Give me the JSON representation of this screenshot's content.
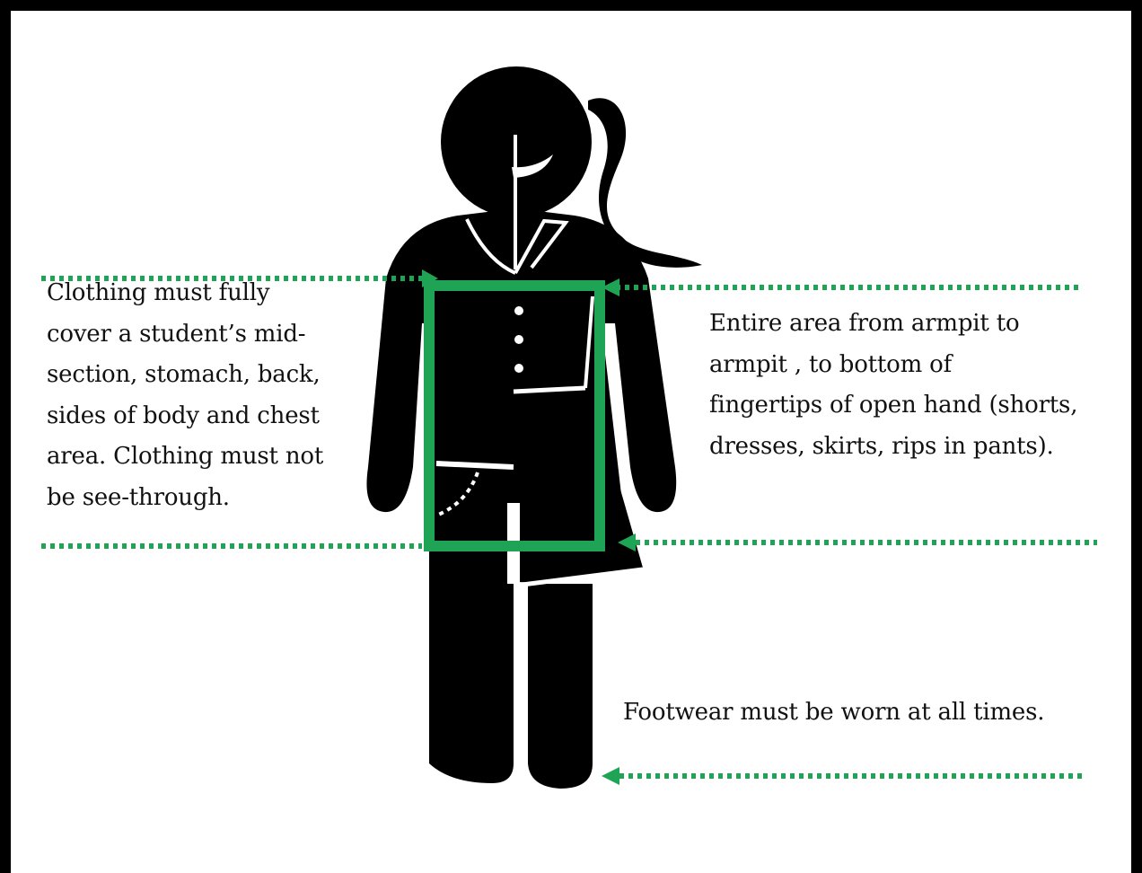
{
  "colors": {
    "frame": "#000000",
    "figure": "#000000",
    "accent_green": "#1fa354",
    "background": "#ffffff"
  },
  "icons": [
    "student-figure-icon",
    "coverage-rectangle",
    "dotted-arrow-left"
  ],
  "left_note": {
    "lines": [
      "Clothing must fully",
      "cover a student’s mid-",
      "section, stomach, back,",
      "sides of body and chest",
      "area.  Clothing must not",
      "be see-through."
    ]
  },
  "right_note": {
    "lines": [
      "Entire area from armpit to",
      "armpit , to bottom of",
      "fingertips of open hand (shorts,",
      "dresses, skirts, rips in pants)."
    ]
  },
  "footwear_note": {
    "text": "Footwear must be worn at all times."
  }
}
